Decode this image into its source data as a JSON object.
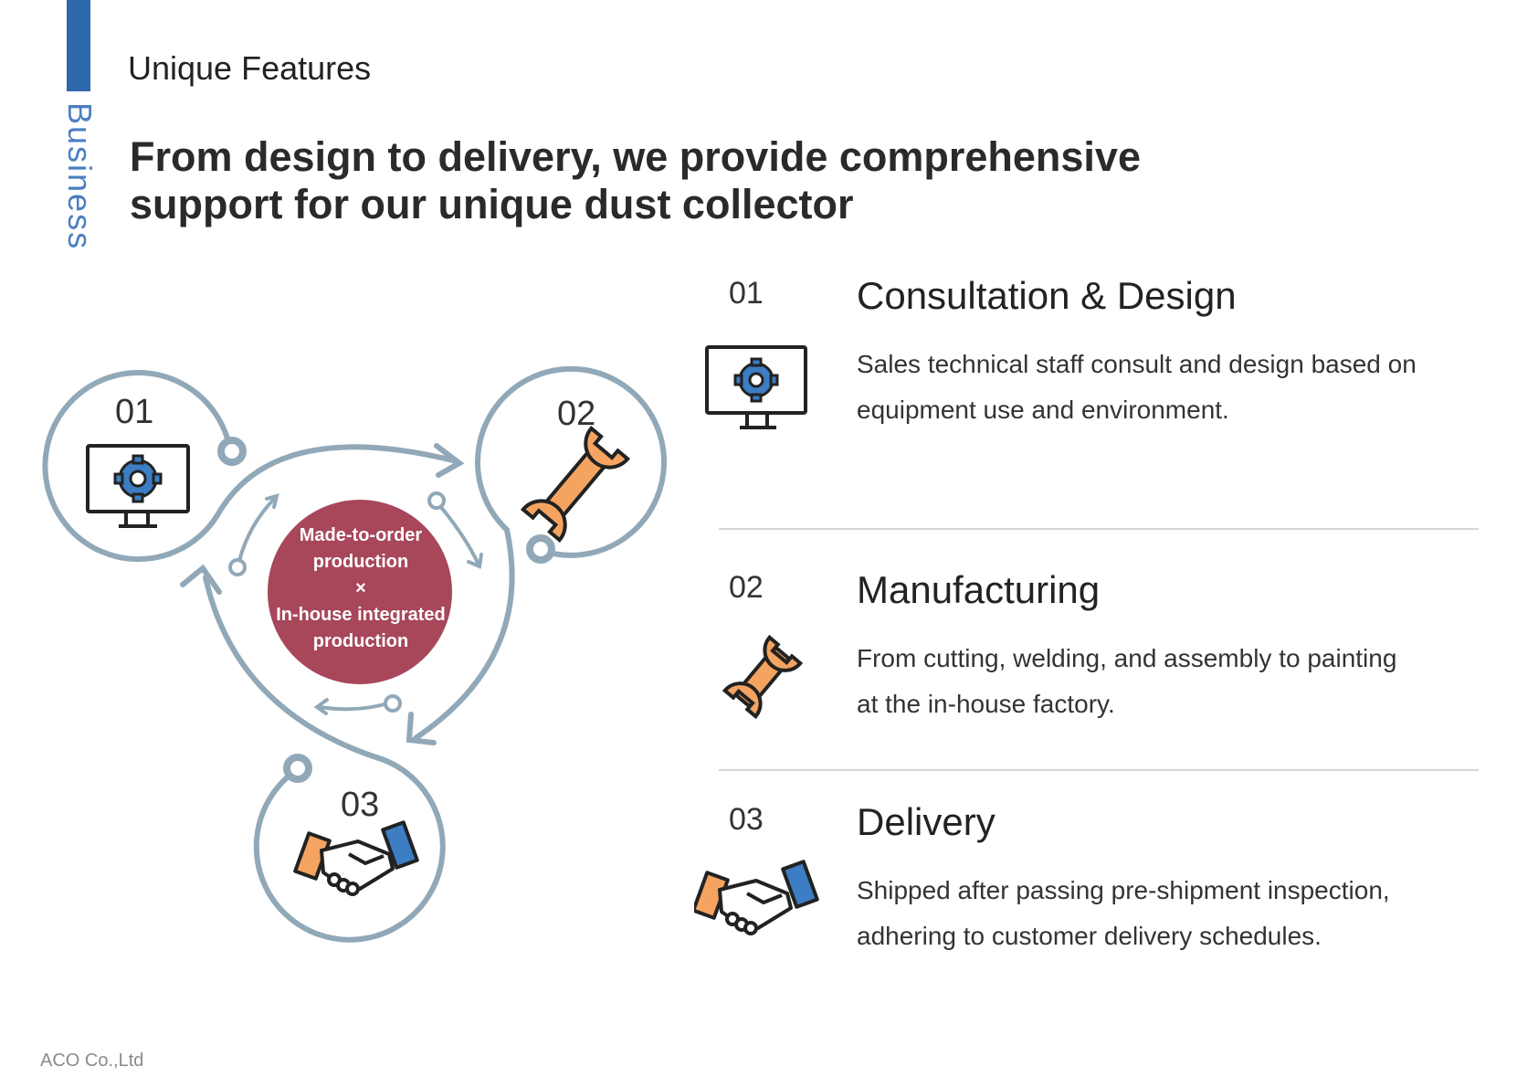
{
  "side_label": "Business",
  "section_title": "Unique Features",
  "headline": {
    "line1": "From design to delivery, we provide comprehensive",
    "line2": "support for our unique dust collector"
  },
  "cycle": {
    "center": {
      "line1": "Made-to-order",
      "line2": "production",
      "line3": "×",
      "line4": "In-house integrated",
      "line5": "production"
    },
    "steps": [
      {
        "num": "01",
        "icon": "computer-gear-icon"
      },
      {
        "num": "02",
        "icon": "wrench-icon"
      },
      {
        "num": "03",
        "icon": "handshake-icon"
      }
    ]
  },
  "features": [
    {
      "num": "01",
      "title": "Consultation & Design",
      "desc_line1": "Sales technical staff consult and design based on",
      "desc_line2": "equipment use and environment.",
      "icon": "computer-gear-icon"
    },
    {
      "num": "02",
      "title": "Manufacturing",
      "desc_line1": "From cutting, welding, and assembly to painting",
      "desc_line2": "at the in-house factory.",
      "icon": "wrench-icon"
    },
    {
      "num": "03",
      "title": "Delivery",
      "desc_line1": "Shipped after passing pre-shipment inspection,",
      "desc_line2": "adhering to customer delivery schedules.",
      "icon": "handshake-icon"
    }
  ],
  "footer": "ACO Co.,Ltd",
  "colors": {
    "accent_blue": "#2e68ad",
    "cycle_gray": "#91a8b8",
    "center_red": "#a8475a",
    "wrench_orange": "#f4a460",
    "hand_blue": "#3c7dc4"
  }
}
